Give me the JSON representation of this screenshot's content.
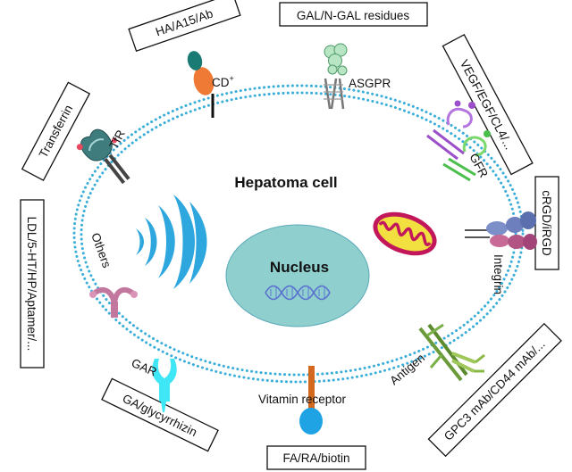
{
  "cell_title": "Hepatoma cell",
  "nucleus_label": "Nucleus",
  "ligand_boxes": {
    "gal": "GAL/N-GAL residues",
    "ha": "HA/A15/Ab",
    "vegf": "VEGF/EGF/CL4/...",
    "transferrin": "Transferrin",
    "crgd": "cRGD/iRGD",
    "ldl": "LDL/5-HT/HP/Aptamer/...",
    "gpc3": "GPC3 mAb/CD44 mAb/...",
    "ga": "GA/glycyrrhizin",
    "fa": "FA/RA/biotin"
  },
  "receptors": {
    "cd": "CD",
    "cd_sup": "+",
    "asgpr": "ASGPR",
    "tfr": "TfR",
    "gfr": "GFR",
    "integrin": "Integrin",
    "others": "Others",
    "antigen": "Antigen",
    "gar": "GAR",
    "vitamin": "Vitamin receptor"
  },
  "colors": {
    "membrane": "#3aaed8",
    "nucleus_fill": "#8fd0cf",
    "dna": "#5a6fd0",
    "golgi": "#2ea6de",
    "mito_outer": "#c2185b",
    "mito_inner": "#f2e040",
    "cd_head": "#1a7b74",
    "cd_body": "#ef7a35",
    "vitamin_head": "#1fa3e5",
    "vitamin_stem": "#d2691e",
    "gar_color": "#3fe6f6",
    "others_color": "#c2779f",
    "integrin_a": "#7c8fc9",
    "integrin_b": "#c86a96"
  }
}
